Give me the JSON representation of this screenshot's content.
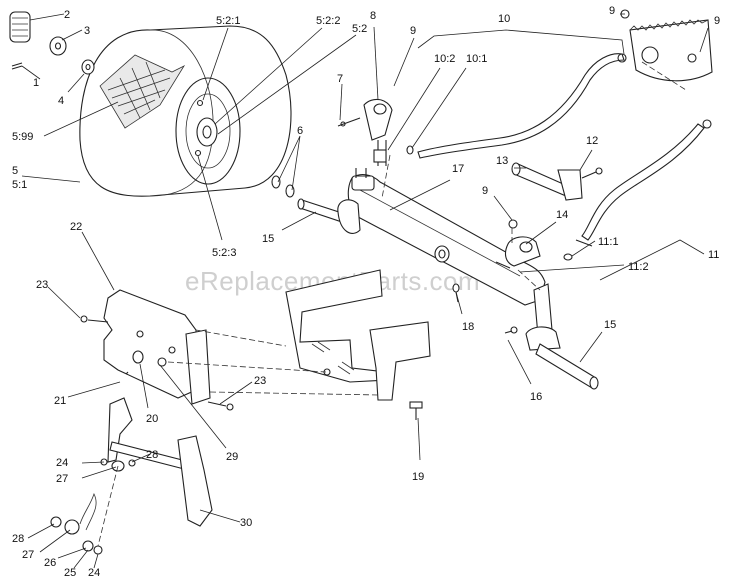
{
  "watermark": "eReplacementParts.com",
  "callouts": {
    "c1": "1",
    "c2": "2",
    "c3": "3",
    "c4": "4",
    "c5": "5",
    "c5_1": "5:1",
    "c5_99": "5:99",
    "c5_2_1": "5:2:1",
    "c5_2_2": "5:2:2",
    "c5_2": "5:2",
    "c5_2_3": "5:2:3",
    "c6": "6",
    "c7": "7",
    "c8": "8",
    "c9_a": "9",
    "c9_b": "9",
    "c9_c": "9",
    "c9_d": "9",
    "c10": "10",
    "c10_2": "10:2",
    "c10_1": "10:1",
    "c11": "11",
    "c11_1": "11:1",
    "c11_2": "11:2",
    "c12": "12",
    "c13": "13",
    "c14": "14",
    "c15_a": "15",
    "c15_b": "15",
    "c16": "16",
    "c17": "17",
    "c18": "18",
    "c19": "19",
    "c20": "20",
    "c21": "21",
    "c22": "22",
    "c23_a": "23",
    "c23_b": "23",
    "c24_a": "24",
    "c24_b": "24",
    "c25": "25",
    "c26": "26",
    "c27_a": "27",
    "c27_b": "27",
    "c28_a": "28",
    "c28_b": "28",
    "c29": "29",
    "c30": "30"
  }
}
